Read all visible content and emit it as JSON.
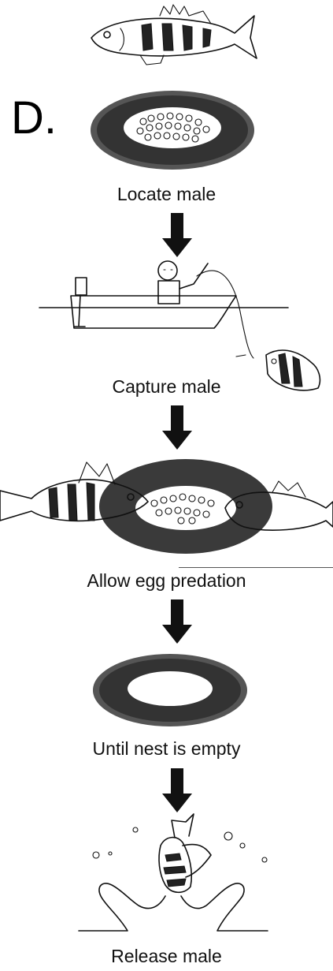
{
  "figure": {
    "panel_label": "D.",
    "steps": [
      {
        "caption": "Locate male",
        "icon": "egg-nest"
      },
      {
        "caption": "Capture male",
        "icon": "angler-in-boat"
      },
      {
        "caption": "Allow egg predation",
        "icon": "predators-at-nest"
      },
      {
        "caption": "Until nest is empty",
        "icon": "empty-nest"
      },
      {
        "caption": "Release male",
        "icon": "fish-splash"
      }
    ],
    "top_icon": "male-fish"
  }
}
